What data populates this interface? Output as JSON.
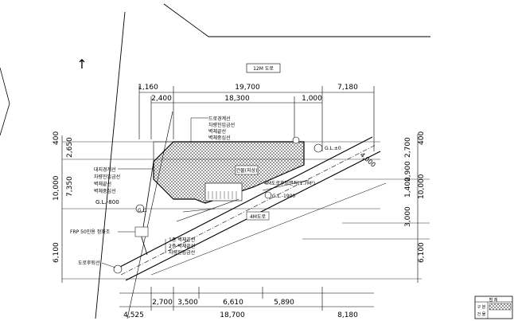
{
  "road_top": "12M 도로",
  "road_side": "4M도로",
  "building_label": "건물(지상)",
  "north_symbol": "↑",
  "dims_top": {
    "r1": [
      "1,160",
      "19,700",
      "7,180"
    ],
    "r2": [
      "2,400",
      "18,300",
      "1,000"
    ]
  },
  "dims_bottom": {
    "r1": [
      "2,700",
      "3,500",
      "6,610",
      "5,890"
    ],
    "r2": [
      "4,525",
      "18,700",
      "8,180"
    ]
  },
  "dims_left": [
    "400",
    "2,650",
    "7,350",
    "10,000",
    "6,100"
  ],
  "dims_right": [
    "400",
    "2,700",
    "10,000",
    "1,400",
    "2,900",
    "3,000",
    "6,100"
  ],
  "leader_top": [
    "드로경계선",
    "차량진입금선",
    "벽체끝선",
    "벽체중심선"
  ],
  "leader_left": [
    "대지경계선",
    "차량진입금선",
    "벽체끝선",
    "벽체중심선"
  ],
  "leader_bottom": [
    "1층 벽체끝선",
    "2층 벽체끝선",
    "차량진입금선"
  ],
  "level_labels": [
    "G.L.-800",
    "G.L.",
    "G.L.±0",
    "G.L.-1900"
  ],
  "note_sideroad": "4M도로후퇴면적(1.7M²)",
  "note_frp": "FRP 50인용 정화조",
  "note_setback": "도로후퇴선",
  "legend": [
    "구 분",
    "범 례",
    "건 물"
  ]
}
